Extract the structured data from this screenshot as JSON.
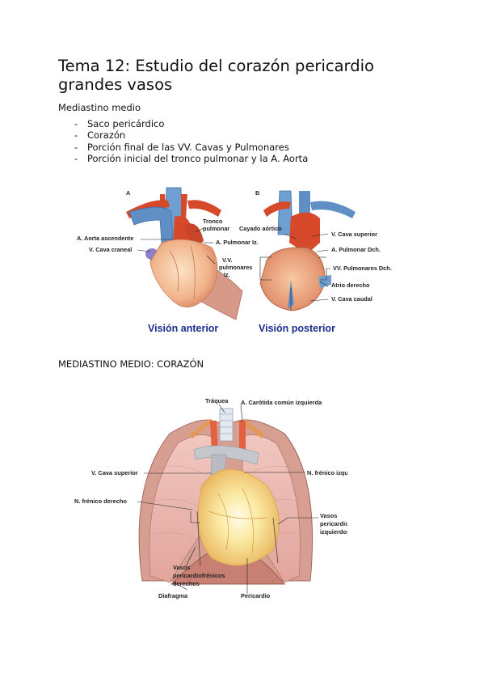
{
  "title": "Tema 12: Estudio del corazón pericardio grandes vasos",
  "subtitle": "Mediastino medio",
  "bullets": [
    "Saco pericárdico",
    "Corazón",
    "Porción final de las VV. Cavas y Pulmonares",
    "Porción inicial del tronco pulmonar y la A. Aorta"
  ],
  "figure1": {
    "panel_a_letter": "A",
    "panel_b_letter": "B",
    "labels_a": {
      "tronco": "Tronco",
      "pulmonar": "pulmonar",
      "aorta_ascendente": "A. Aorta ascendente",
      "pulmonar_iz": "A. Pulmonar Iz.",
      "cava_craneal": "V. Cava craneal",
      "vv": "V.V.",
      "vv_pulmonares": "pulmonares",
      "vv_iz": "Iz."
    },
    "labels_b": {
      "cayado": "Cayado aórtico",
      "cava_superior": "V. Cava superior",
      "pulmonar_dch": "A. Pulmonar Dch.",
      "vv_pulmonares_dch": "VV. Pulmonares Dch.",
      "atrio": "Atrio derecho",
      "cava_caudal": "V. Cava caudal"
    },
    "caption_a": "Visión anterior",
    "caption_b": "Visión posterior"
  },
  "section2": "MEDIASTINO MEDIO: CORAZÓN",
  "figure2": {
    "traquea": "Tráquea",
    "carotida": "A. Carótida común izquierda",
    "cava_superior": "V. Cava superior",
    "frenico_izq": "N. frénico izquierdo",
    "frenico_der": "N. frénico derecho",
    "vasos_izq_1": "Vasos",
    "vasos_izq_2": "pericardiofrénicos",
    "vasos_izq_3": "izquierdos",
    "vasos_der_1": "Vasos",
    "vasos_der_2": "pericardiofrénicos",
    "vasos_der_3": "derechos",
    "diafragma": "Diafragma",
    "pericardio": "Pericardio"
  }
}
